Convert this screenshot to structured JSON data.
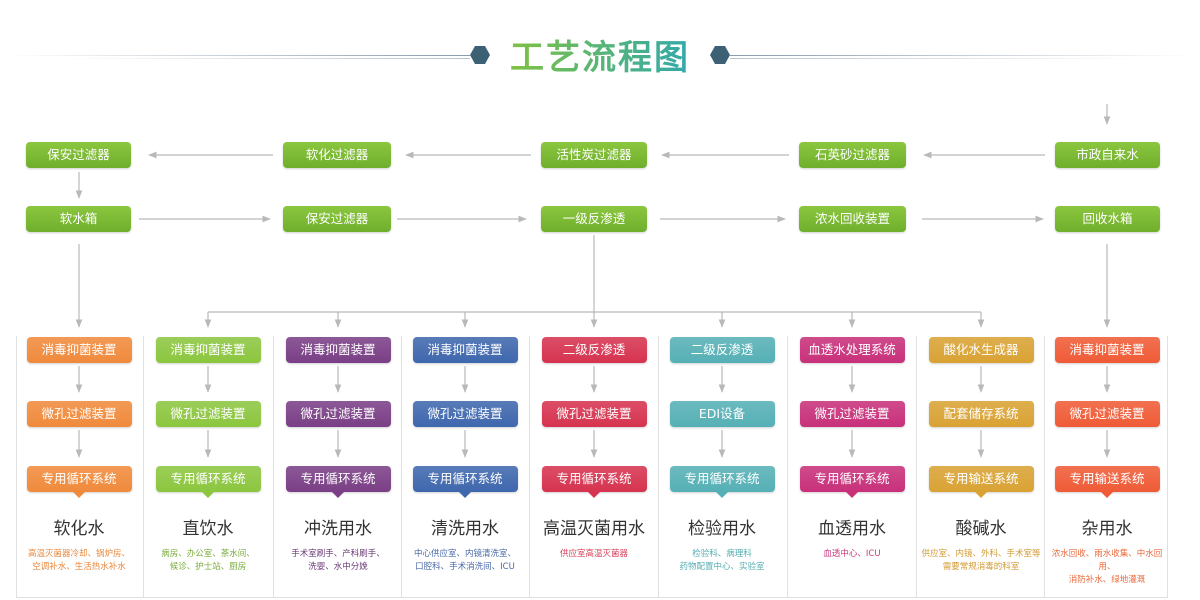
{
  "title": "工艺流程图",
  "colors": {
    "title_start": "#86c43a",
    "title_end": "#2aa6b4",
    "top_boxes": "#7cb935",
    "connector": "#b9b9b9",
    "hexagon": "#3c6174"
  },
  "top_row": [
    "保安过滤器",
    "软化过滤器",
    "活性炭过滤器",
    "石英砂过滤器",
    "市政自来水"
  ],
  "second_row": [
    "软水箱",
    "保安过滤器",
    "一级反渗透",
    "浓水回收装置",
    "回收水箱"
  ],
  "columns": [
    {
      "steps": [
        "消毒抑菌装置",
        "微孔过滤装置",
        "专用循环系统"
      ],
      "category": "软化水",
      "desc": [
        "高温灭菌器冷却、锅炉房、",
        "空调补水、生活热水补水"
      ],
      "color": "#f08a3c",
      "desc_color": "#e9883e"
    },
    {
      "steps": [
        "消毒抑菌装置",
        "微孔过滤装置",
        "专用循环系统"
      ],
      "category": "直饮水",
      "desc": [
        "病房、办公室、茶水间、",
        "候诊、护士站、厨房"
      ],
      "color": "#8cc63f",
      "desc_color": "#7aab3a"
    },
    {
      "steps": [
        "消毒抑菌装置",
        "微孔过滤装置",
        "专用循环系统"
      ],
      "category": "冲洗用水",
      "desc": [
        "手术室刷手、产科刷手、",
        "洗婴、水中分娩"
      ],
      "color": "#7a3f86",
      "desc_color": "#6a3a78"
    },
    {
      "steps": [
        "消毒抑菌装置",
        "微孔过滤装置",
        "专用循环系统"
      ],
      "category": "清洗用水",
      "desc": [
        "中心供应室、内镜清洗室、",
        "口腔科、手术消洗间、ICU"
      ],
      "color": "#3f67ad",
      "desc_color": "#4a69a6"
    },
    {
      "steps": [
        "二级反渗透",
        "微孔过滤装置",
        "专用循环系统"
      ],
      "category": "高温灭菌用水",
      "desc": [
        "供应室高温灭菌器"
      ],
      "color": "#d6334f",
      "desc_color": "#d8405a"
    },
    {
      "steps": [
        "二级反渗透",
        "EDI设备",
        "专用循环系统"
      ],
      "category": "检验用水",
      "desc": [
        "检验科、病理科",
        "药物配置中心、实验室"
      ],
      "color": "#55b0b5",
      "desc_color": "#56aeb2"
    },
    {
      "steps": [
        "血透水处理系统",
        "微孔过滤装置",
        "专用循环系统"
      ],
      "category": "血透用水",
      "desc": [
        "血透中心、ICU"
      ],
      "color": "#c8307a",
      "desc_color": "#c83a7e"
    },
    {
      "steps": [
        "酸化水生成器",
        "配套储存系统",
        "专用输送系统"
      ],
      "category": "酸碱水",
      "desc": [
        "供应室、内镜、外科、手术室等",
        "需要常规消毒的科室"
      ],
      "color": "#d9a233",
      "desc_color": "#d29a34"
    },
    {
      "steps": [
        "消毒抑菌装置",
        "微孔过滤装置",
        "专用输送系统"
      ],
      "category": "杂用水",
      "desc": [
        "浓水回收、雨水收集、中水回用、",
        "消防补水、绿地灌溉"
      ],
      "color": "#ef5b36",
      "desc_color": "#ea6a3c"
    }
  ]
}
